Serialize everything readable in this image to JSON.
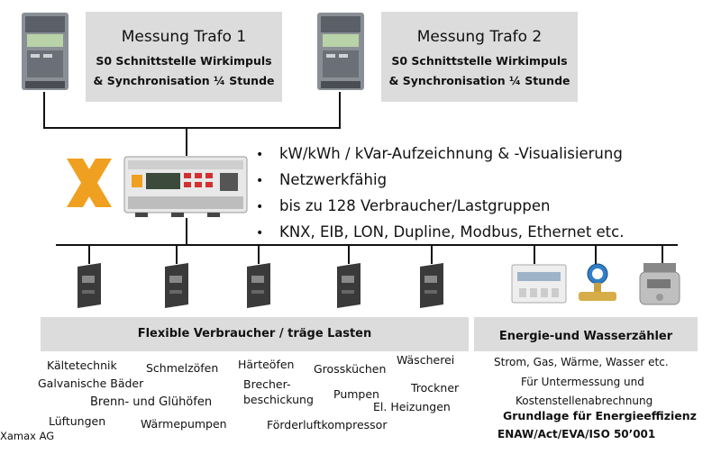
{
  "trafo1": {
    "title": "Messung Trafo 1",
    "line1": "S0 Schnittstelle Wirkimpuls",
    "line2": "& Synchronisation ¼ Stunde"
  },
  "trafo2": {
    "title": "Messung Trafo 2",
    "line1": "S0 Schnittstelle Wirkimpuls",
    "line2": "& Synchronisation ¼ Stunde"
  },
  "features": [
    "kW/kWh / kVar-Aufzeichnung & -Visualisierung",
    "Netzwerkfähig",
    "bis zu 128 Verbraucher/Lastgruppen",
    "KNX, EIB, LON, Dupline, Modbus, Ethernet etc."
  ],
  "left_banner": "Flexible Verbraucher / träge Lasten",
  "right_banner": "Energie-und Wasserzähler",
  "consumers": {
    "kaelte": "Kältetechnik",
    "galv": "Galvanische Bäder",
    "brenn": "Brenn- und Glühöfen",
    "lueft": "Lüftungen",
    "schmelz": "Schmelzöfen",
    "waerme": "Wärmepumpen",
    "haerte": "Härteöfen",
    "brecher1": "Brecher-",
    "brecher2": "beschickung",
    "gross": "Grossküchen",
    "pumpen": "Pumpen",
    "foerder": "Förderluftkompressor",
    "waesch": "Wäscherei",
    "trockner": "Trockner",
    "heiz": "El. Heizungen"
  },
  "meters_info": {
    "line1": "Strom, Gas, Wärme, Wasser etc.",
    "line2": "Für Untermessung und",
    "line3": "Kostenstellenabrechnung",
    "line4": "Grundlage für Energieeffizienz",
    "line5": "ENAW/Act/EVA/ISO 50’001"
  },
  "footer": "Xamax AG",
  "colors": {
    "logo": "#f0a020",
    "box": "#dcdcdc",
    "module_dark": "#3a3a3a",
    "device": "#e8e8e8"
  }
}
